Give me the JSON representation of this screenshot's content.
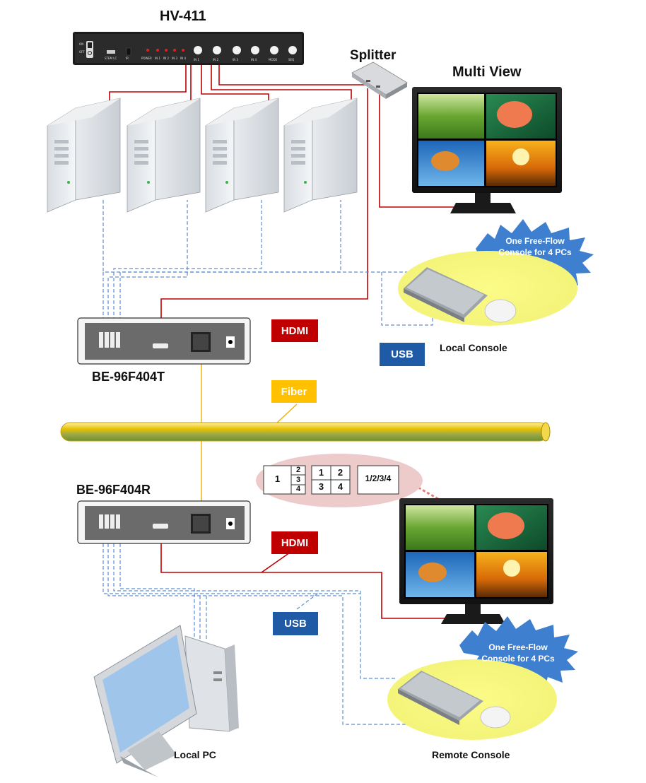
{
  "switch": {
    "title": "HV-411",
    "power_on": "ON",
    "power_off": "OFF",
    "port_labels": [
      "STEM LC",
      "IR",
      "POWER",
      "IN 1",
      "IN 2",
      "IN 3",
      "IN 4"
    ],
    "button_labels": [
      "IN 1",
      "IN 2",
      "IN 3",
      "IN 4",
      "MODE",
      "SEQ"
    ]
  },
  "splitter": {
    "label": "Splitter"
  },
  "multiview_top": {
    "label": "Multi View"
  },
  "bubble_top": {
    "line1": "One Free-Flow",
    "line2": "Console for 4 PCs"
  },
  "bubble_bottom": {
    "line1": "One Free-Flow",
    "line2": "Console for 4 PCs"
  },
  "transmitter": {
    "label": "BE-96F404T"
  },
  "receiver": {
    "label": "BE-96F404R"
  },
  "tags": {
    "hdmi_top": "HDMI",
    "usb_top": "USB",
    "fiber": "Fiber",
    "hdmi_bottom": "HDMI",
    "usb_bottom": "USB"
  },
  "local_console": {
    "label": "Local Console"
  },
  "remote_console": {
    "label": "Remote Console"
  },
  "local_pc": {
    "label": "Local PC"
  },
  "layouts": {
    "pip_main": "1",
    "pip_2": "2",
    "pip_3": "3",
    "pip_4": "4",
    "quad_1": "1",
    "quad_2": "2",
    "quad_3": "3",
    "quad_4": "4",
    "full": "1/2/3/4"
  },
  "colors": {
    "hdmi": "#c00000",
    "usb": "#1f5aa6",
    "fiber": "#ffc000",
    "cable_red": "#c00000",
    "cable_blue": "#5b8fd6"
  }
}
